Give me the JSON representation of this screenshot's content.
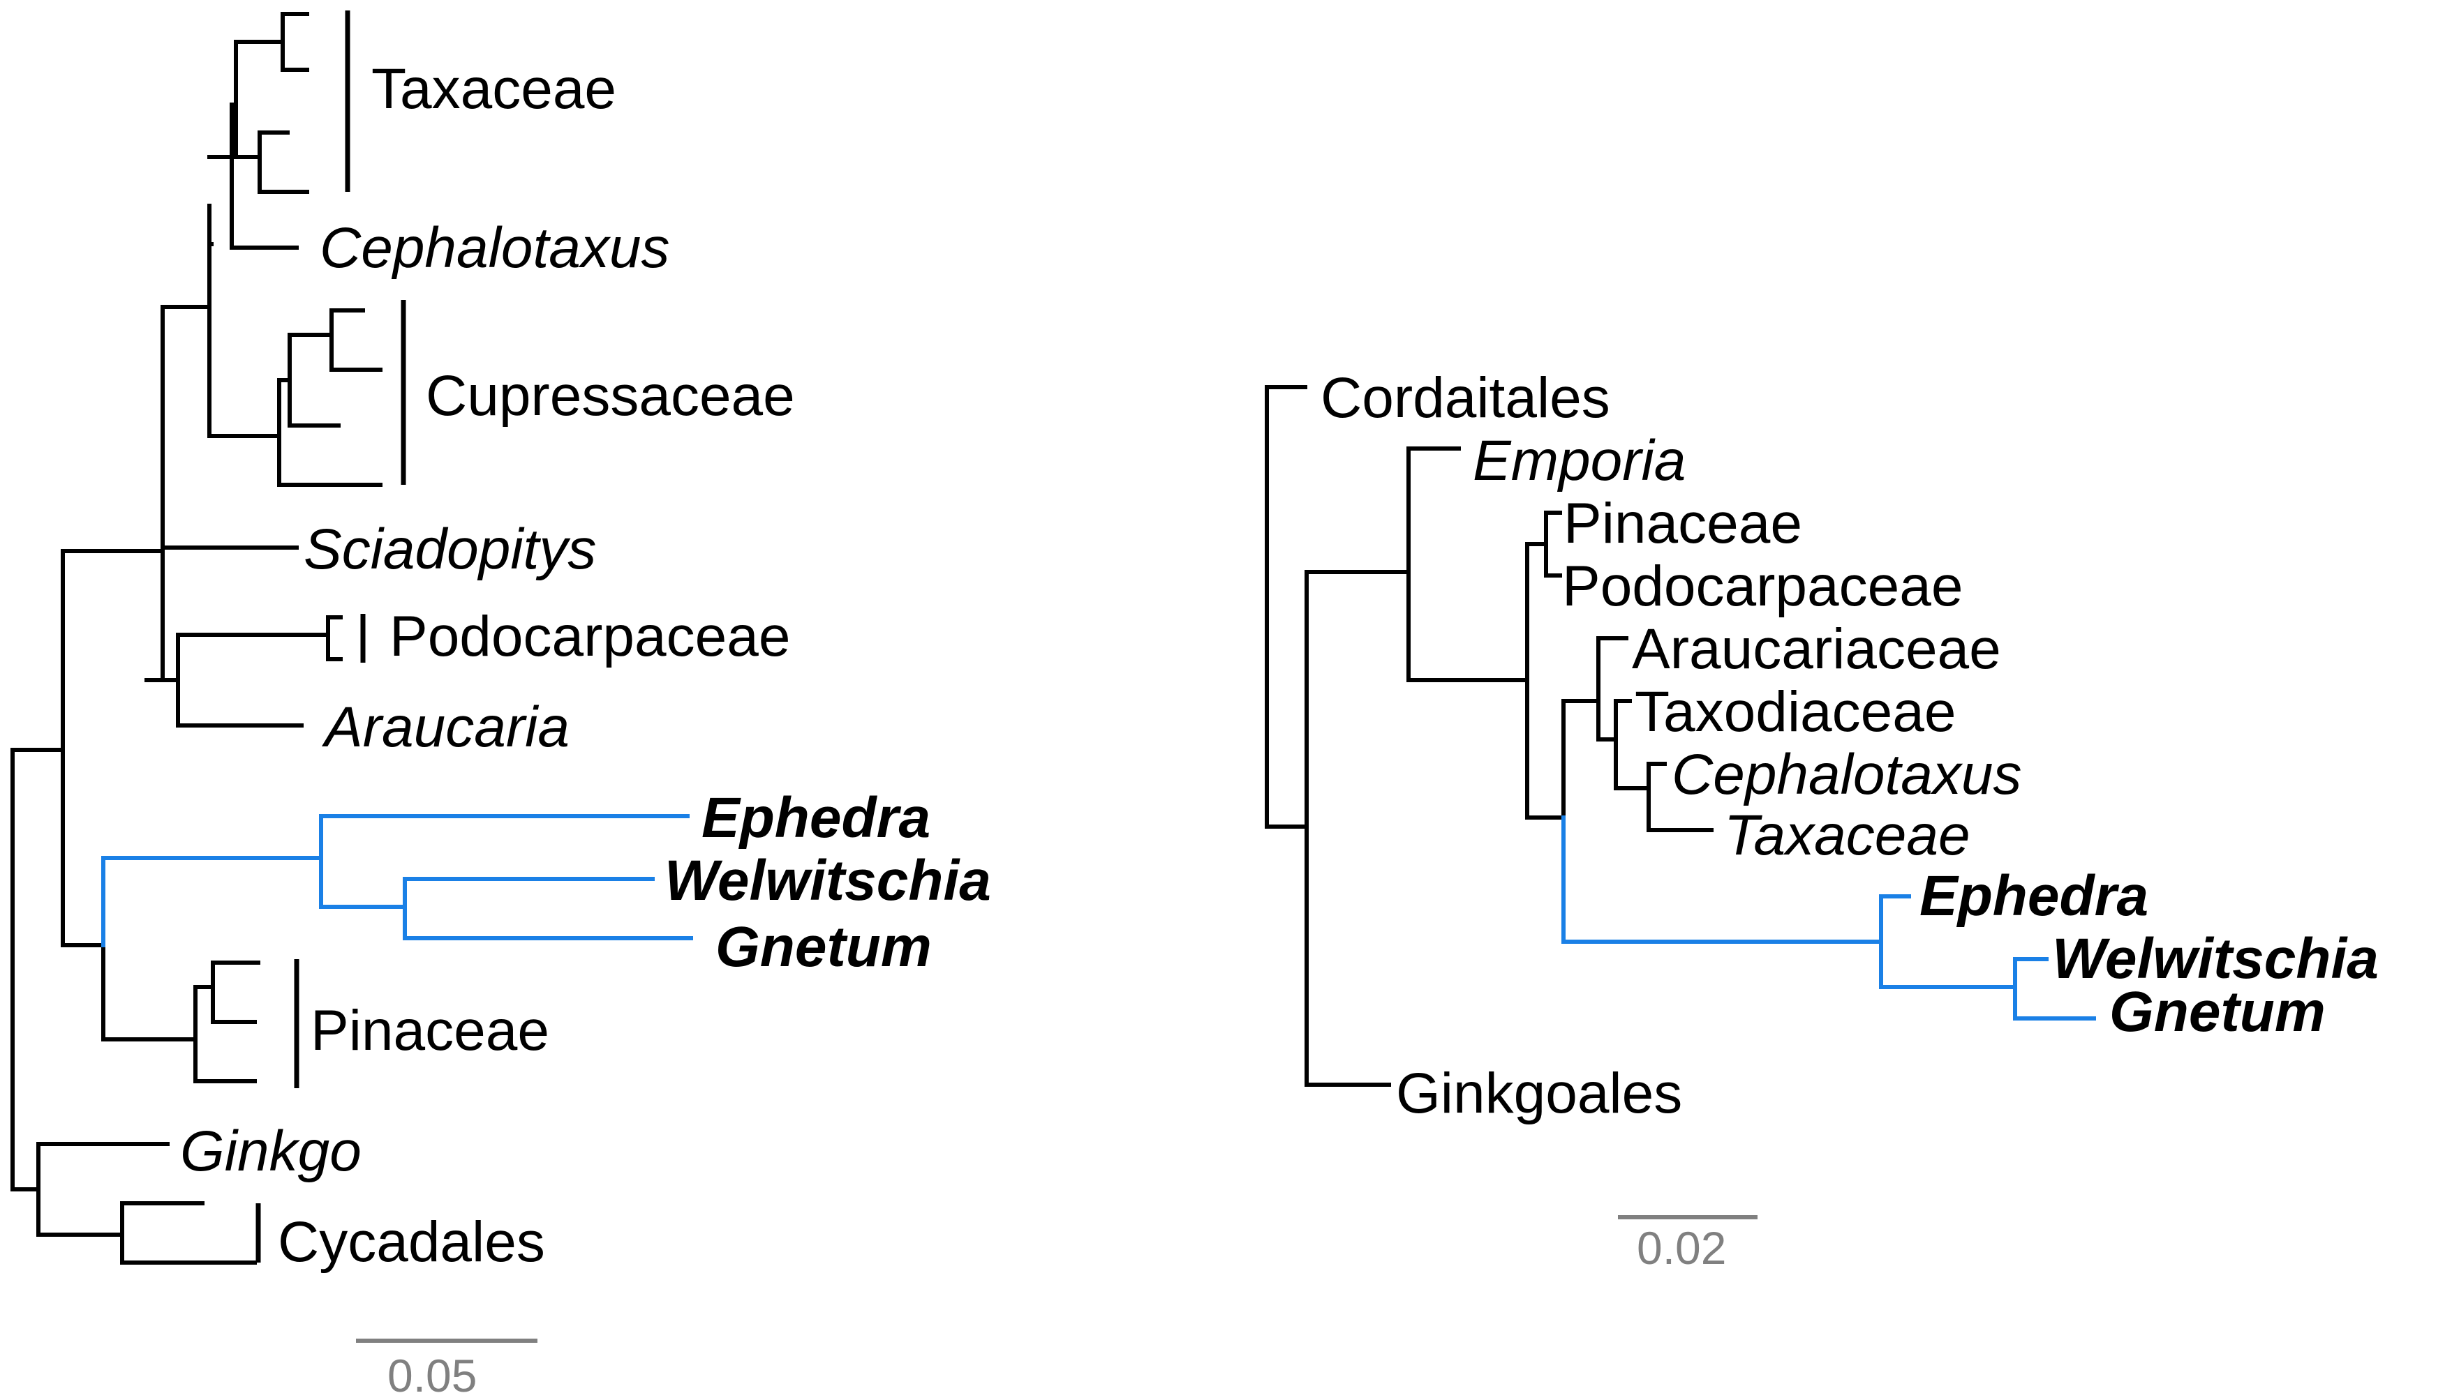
{
  "left_tree": {
    "labels": {
      "taxaceae": "Taxaceae",
      "cephalotaxus": "Cephalotaxus",
      "cupressaceae": "Cupressaceae",
      "sciadopitys": "Sciadopitys",
      "podocarpaceae": "Podocarpaceae",
      "araucaria": "Araucaria",
      "ephedra": "Ephedra",
      "welwitschia": "Welwitschia",
      "gnetum": "Gnetum",
      "pinaceae": "Pinaceae",
      "ginkgo": "Ginkgo",
      "cycadales": "Cycadales"
    },
    "scale_bar": "0.05"
  },
  "right_tree": {
    "labels": {
      "cordaitales": "Cordaitales",
      "emporia": "Emporia",
      "pinaceae": "Pinaceae",
      "podocarpaceae": "Podocarpaceae",
      "araucariaceae": "Araucariaceae",
      "taxodiaceae": "Taxodiaceae",
      "cephalotaxus": "Cephalotaxus",
      "taxaceae": "Taxaceae",
      "ephedra": "Ephedra",
      "welwitschia": "Welwitschia",
      "gnetum": "Gnetum",
      "ginkgoales": "Ginkgoales"
    },
    "scale_bar": "0.02"
  },
  "colors": {
    "branch": "#000000",
    "gnetales_highlight": "#1a80e6",
    "scale_bar": "#808080"
  }
}
